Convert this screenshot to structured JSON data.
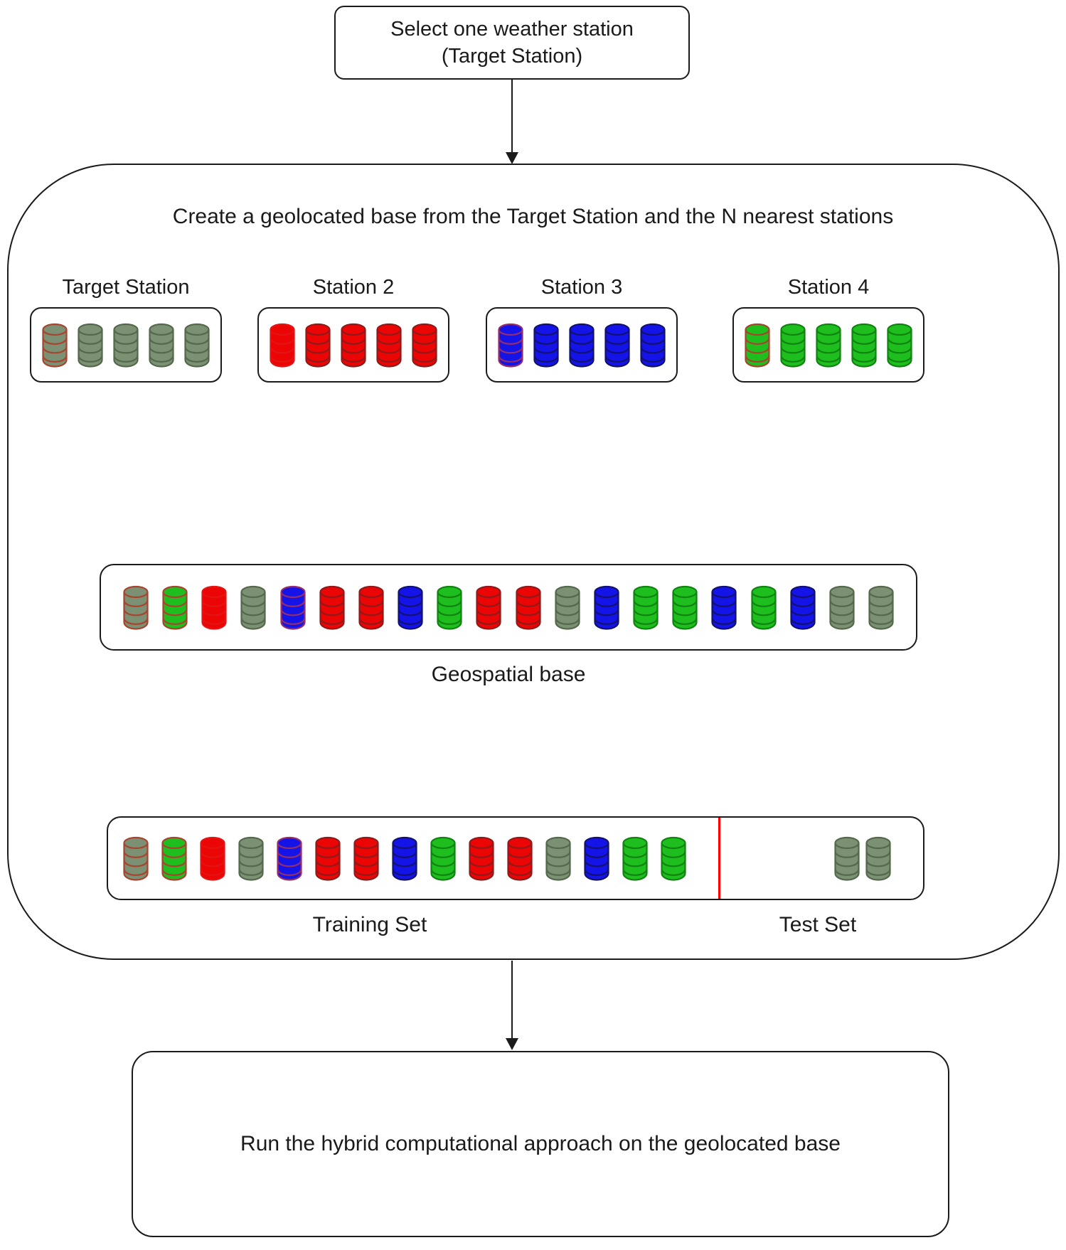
{
  "top_box": {
    "text": "Select one weather station\n(Target Station)"
  },
  "container": {
    "title": "Create a geolocated base from the Target Station and the N nearest stations"
  },
  "stations": [
    {
      "label": "Target Station",
      "cylinders": [
        {
          "c": "olive",
          "h": true
        },
        {
          "c": "olive"
        },
        {
          "c": "olive"
        },
        {
          "c": "olive"
        },
        {
          "c": "olive"
        }
      ]
    },
    {
      "label": "Station 2",
      "cylinders": [
        {
          "c": "red",
          "h": true
        },
        {
          "c": "red"
        },
        {
          "c": "red"
        },
        {
          "c": "red"
        },
        {
          "c": "red"
        }
      ]
    },
    {
      "label": "Station 3",
      "cylinders": [
        {
          "c": "blue",
          "h": true
        },
        {
          "c": "blue"
        },
        {
          "c": "blue"
        },
        {
          "c": "blue"
        },
        {
          "c": "blue"
        }
      ]
    },
    {
      "label": "Station 4",
      "cylinders": [
        {
          "c": "green",
          "h": true
        },
        {
          "c": "green"
        },
        {
          "c": "green"
        },
        {
          "c": "green"
        },
        {
          "c": "green"
        }
      ]
    }
  ],
  "geospatial": {
    "label": "Geospatial base",
    "cylinders": [
      {
        "c": "olive",
        "h": true
      },
      {
        "c": "green",
        "h": true
      },
      {
        "c": "red",
        "h": true
      },
      {
        "c": "olive"
      },
      {
        "c": "blue",
        "h": true
      },
      {
        "c": "red"
      },
      {
        "c": "red"
      },
      {
        "c": "blue"
      },
      {
        "c": "green"
      },
      {
        "c": "red"
      },
      {
        "c": "red"
      },
      {
        "c": "olive"
      },
      {
        "c": "blue"
      },
      {
        "c": "green"
      },
      {
        "c": "green"
      },
      {
        "c": "blue"
      },
      {
        "c": "green"
      },
      {
        "c": "blue"
      },
      {
        "c": "olive"
      },
      {
        "c": "olive"
      }
    ]
  },
  "split": {
    "training_label": "Training Set",
    "test_label": "Test Set",
    "divider_color": "#FF0000",
    "training_cylinders": [
      {
        "c": "olive",
        "h": true
      },
      {
        "c": "green",
        "h": true
      },
      {
        "c": "red",
        "h": true
      },
      {
        "c": "olive"
      },
      {
        "c": "blue",
        "h": true
      },
      {
        "c": "red"
      },
      {
        "c": "red"
      },
      {
        "c": "blue"
      },
      {
        "c": "green"
      },
      {
        "c": "red"
      },
      {
        "c": "red"
      },
      {
        "c": "olive"
      },
      {
        "c": "blue"
      },
      {
        "c": "green"
      },
      {
        "c": "green"
      }
    ],
    "test_cylinders": [
      {
        "c": "olive"
      },
      {
        "c": "olive"
      }
    ]
  },
  "bottom_box": {
    "text": "Run the hybrid computational approach on the geolocated base"
  },
  "palette": {
    "olive": {
      "fill": "#7C9173",
      "stroke": "#54684C",
      "hl": "#A8432E"
    },
    "red": {
      "fill": "#EC0505",
      "stroke": "#8E1A1A",
      "hl": "#E31414"
    },
    "blue": {
      "fill": "#1414E8",
      "stroke": "#12126E",
      "hl": "#952D68"
    },
    "green": {
      "fill": "#1FBE1F",
      "stroke": "#108310",
      "hl": "#A8432E"
    }
  }
}
